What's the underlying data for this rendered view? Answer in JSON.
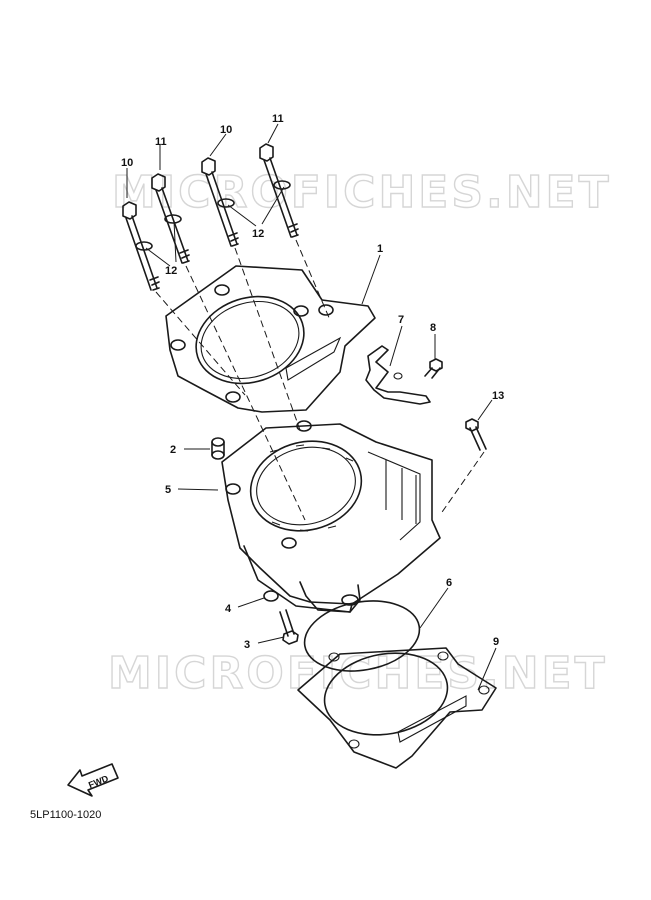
{
  "watermark": {
    "text": "MICROFICHES.NET"
  },
  "callouts": {
    "c1": "1",
    "c2": "2",
    "c3": "3",
    "c4": "4",
    "c5": "5",
    "c6": "6",
    "c7": "7",
    "c8": "8",
    "c9": "9",
    "c10a": "10",
    "c10b": "10",
    "c11a": "11",
    "c11b": "11",
    "c12a": "12",
    "c12b": "12",
    "c13": "13"
  },
  "fwd_label": "FWD",
  "diagram_code": "5LP1100-1020"
}
